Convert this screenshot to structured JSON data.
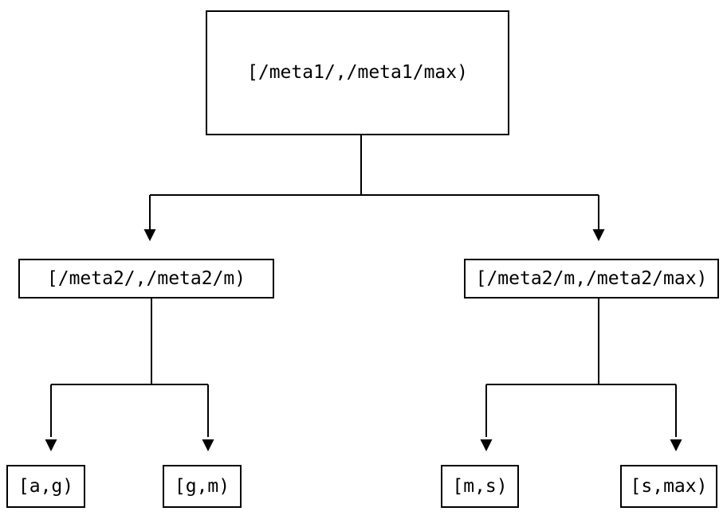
{
  "diagram": {
    "kind": "tree",
    "colors": {
      "background": "#ffffff",
      "line": "#000000",
      "text": "#000000",
      "node_fill": "#ffffff"
    },
    "nodes": {
      "root": {
        "label": "[/meta1/,/meta1/max)"
      },
      "meta2_low": {
        "label": "[/meta2/,/meta2/m)"
      },
      "meta2_high": {
        "label": "[/meta2/m,/meta2/max)"
      },
      "leaf_a_g": {
        "label": "[a,g)"
      },
      "leaf_g_m": {
        "label": "[g,m)"
      },
      "leaf_m_s": {
        "label": "[m,s)"
      },
      "leaf_s_max": {
        "label": "[s,max)"
      }
    },
    "edges": [
      {
        "from": "root",
        "to": "meta2_low"
      },
      {
        "from": "root",
        "to": "meta2_high"
      },
      {
        "from": "meta2_low",
        "to": "leaf_a_g"
      },
      {
        "from": "meta2_low",
        "to": "leaf_g_m"
      },
      {
        "from": "meta2_high",
        "to": "leaf_m_s"
      },
      {
        "from": "meta2_high",
        "to": "leaf_s_max"
      }
    ]
  }
}
